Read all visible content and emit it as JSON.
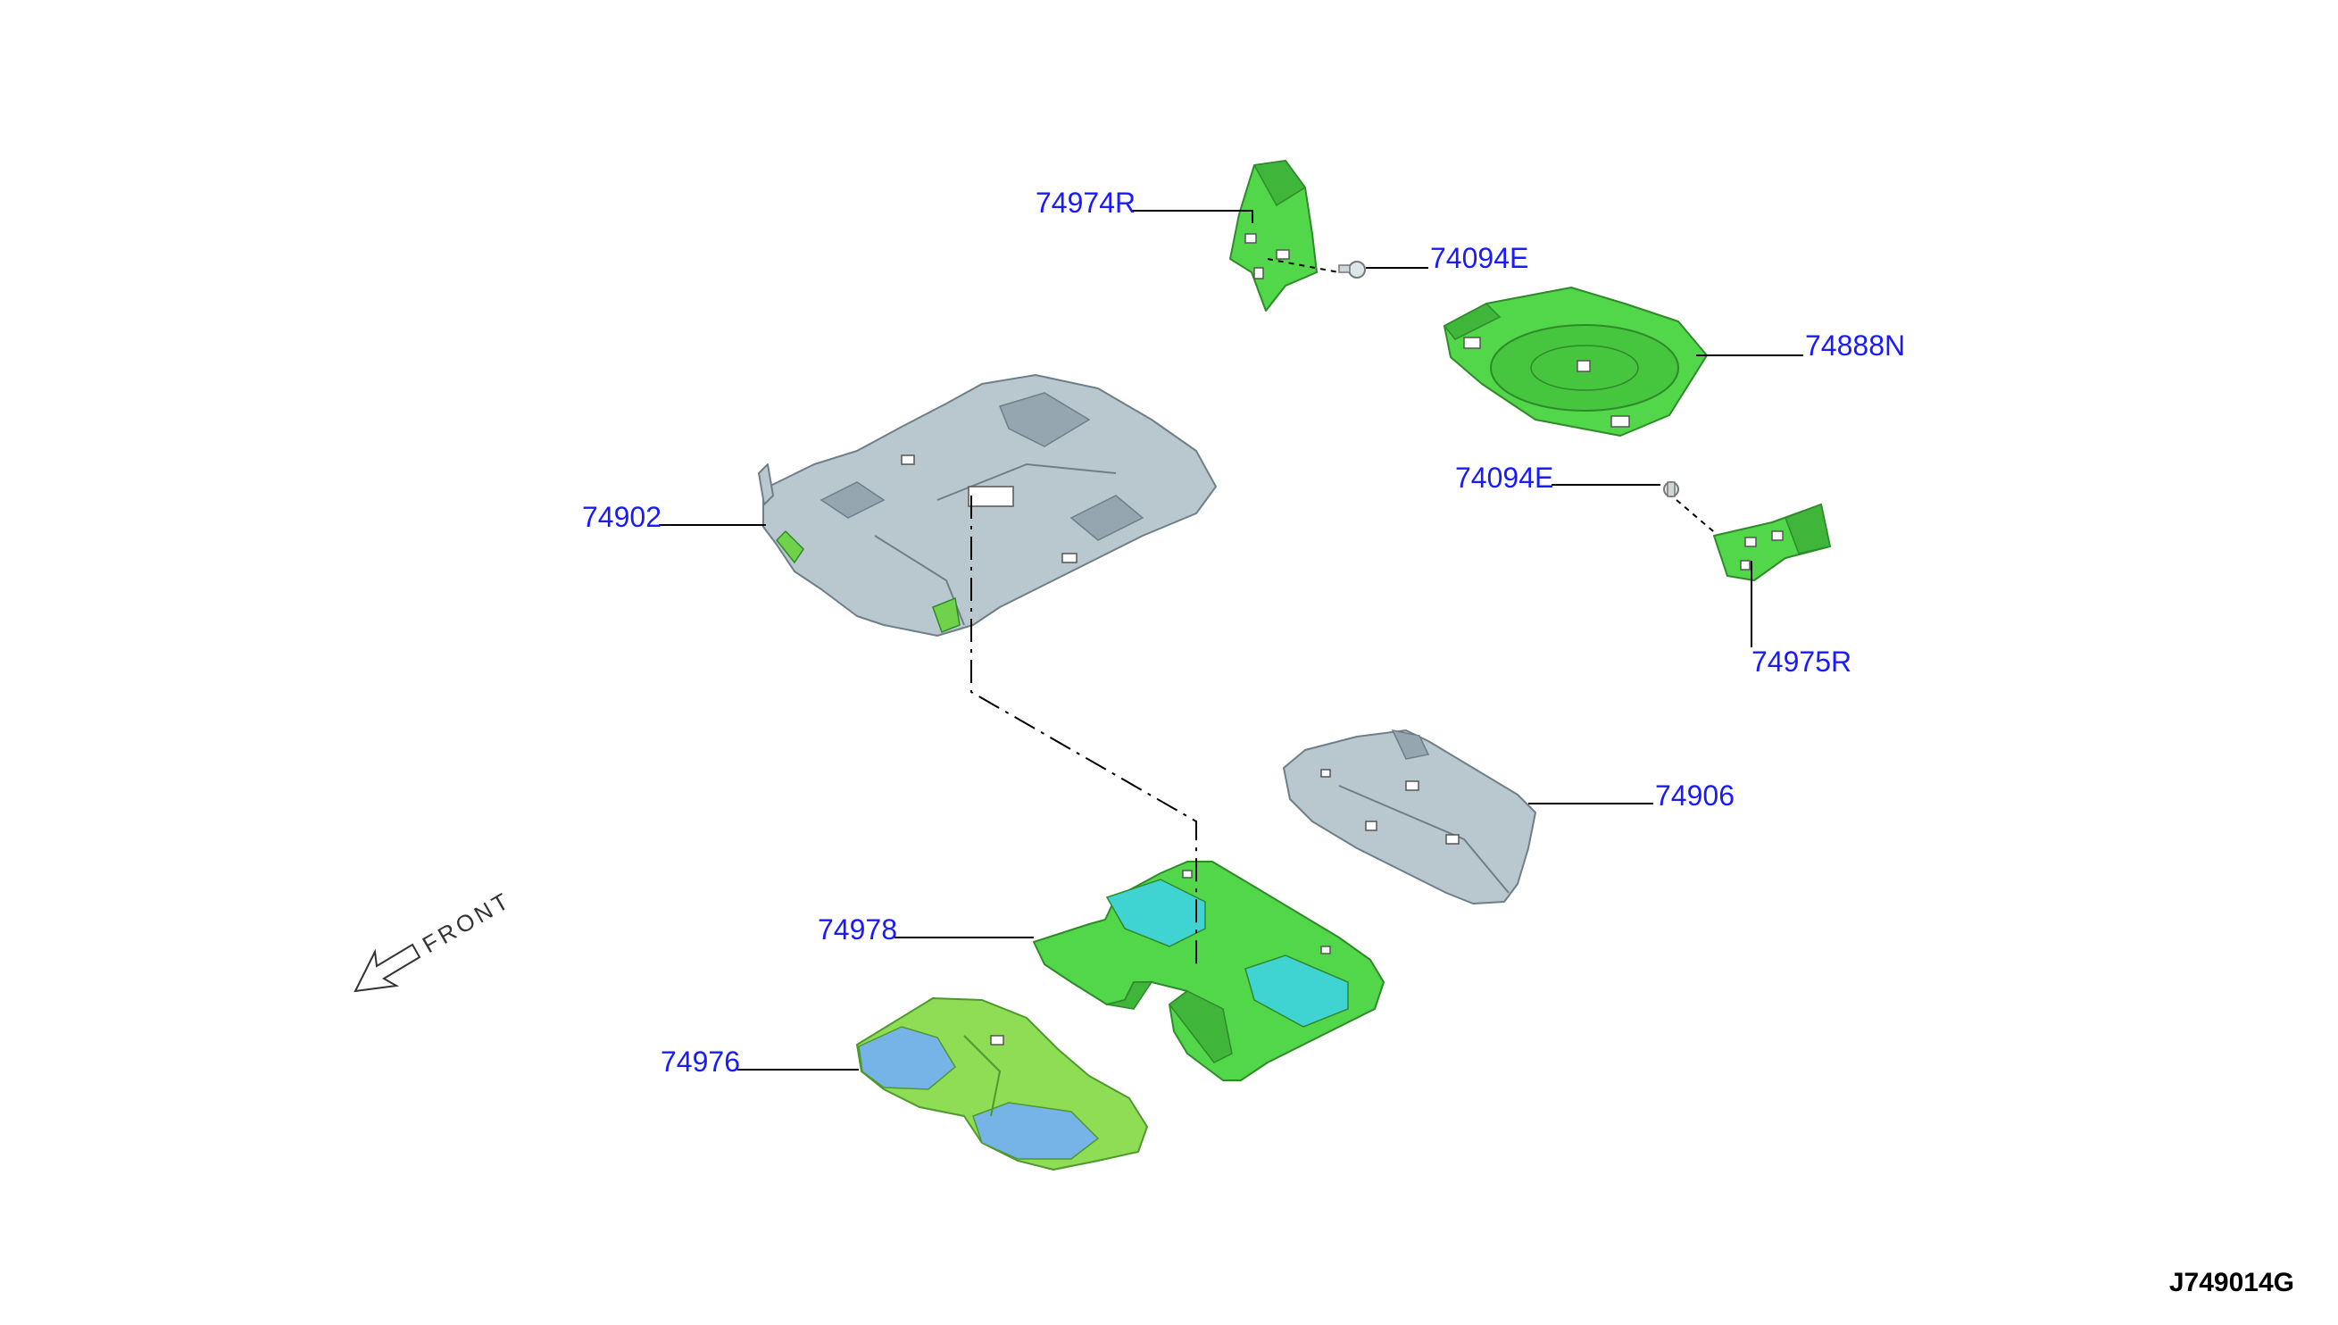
{
  "callouts": {
    "p74974R": "74974R",
    "p74094E_top": "74094E",
    "p74888N": "74888N",
    "p74094E_mid": "74094E",
    "p74902": "74902",
    "p74975R": "74975R",
    "p74906": "74906",
    "p74978": "74978",
    "p74976": "74976"
  },
  "orientation": {
    "label": "FRONT"
  },
  "diagram_id": "J749014G",
  "colors": {
    "callout_text": "#1a1aff",
    "carpet_grey": "#b9c7cf",
    "insulator_green": "#52d64a",
    "mat_light_green": "#8fdc55",
    "pad_cyan": "#3fd4d2",
    "pad_blue": "#76b4e8"
  }
}
